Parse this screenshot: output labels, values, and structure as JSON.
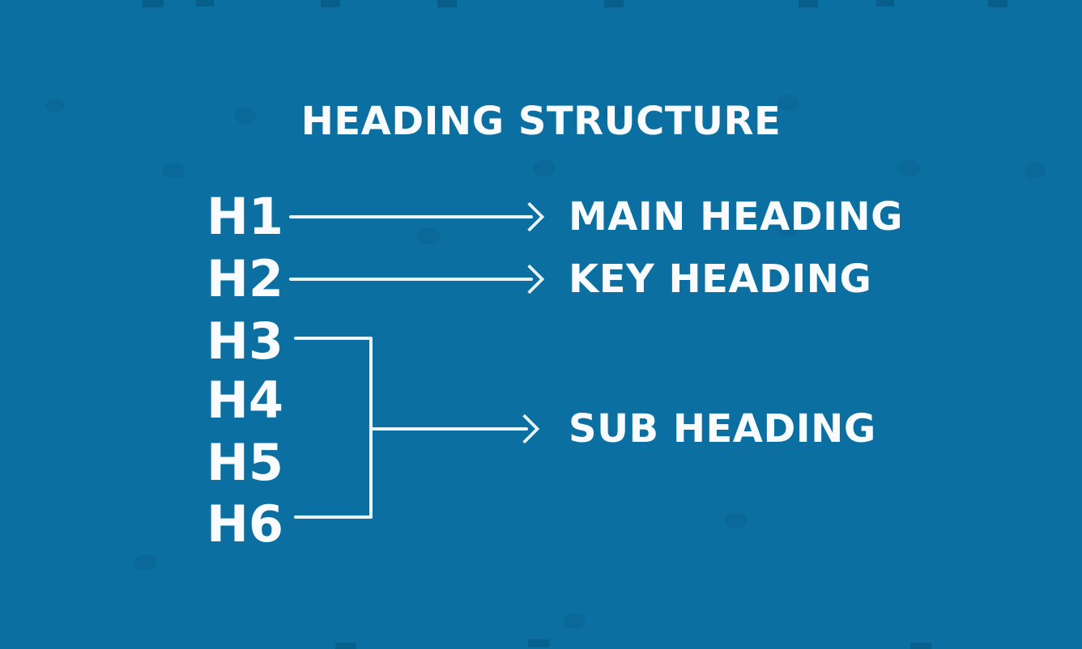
{
  "title": "HEADING STRUCTURE",
  "diagram": {
    "h1": {
      "tag": "H1",
      "target": "MAIN HEADING"
    },
    "h2": {
      "tag": "H2",
      "target": "KEY HEADING"
    },
    "group": {
      "tags": [
        "H3",
        "H4",
        "H5",
        "H6"
      ],
      "target": "SUB HEADING"
    }
  },
  "icons": {
    "arrow_right": "right-arrow-icon",
    "bracket": "bracket-connector"
  },
  "colors": {
    "background": "#0B6FA1",
    "text": "#F8FCFE",
    "line": "#E8F4FA"
  }
}
